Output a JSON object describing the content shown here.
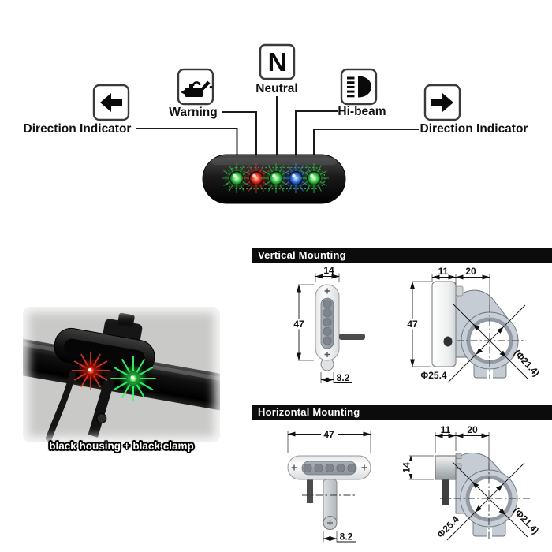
{
  "top_diagram": {
    "labels": {
      "direction_left": "Direction Indicator",
      "warning": "Warning",
      "neutral": "Neutral",
      "neutral_letter": "N",
      "hibeam": "Hi-beam",
      "direction_right": "Direction Indicator"
    },
    "leds": [
      {
        "function": "direction-left",
        "color": "#2fbf3f"
      },
      {
        "function": "warning",
        "color": "#e03030"
      },
      {
        "function": "neutral",
        "color": "#2fbf3f"
      },
      {
        "function": "hibeam",
        "color": "#3f7fe8"
      },
      {
        "function": "direction-right",
        "color": "#2fbf3f"
      }
    ]
  },
  "photo": {
    "caption": "black housing + black clamp",
    "lit_led_colors": {
      "red": "#ff3b22",
      "green": "#37ff6e"
    }
  },
  "sections": {
    "vertical": {
      "title": "Vertical Mounting"
    },
    "horizontal": {
      "title": "Horizontal Mounting"
    }
  },
  "dimensions": {
    "vertical_front": {
      "width": "14",
      "height": "47",
      "tab_width": "8.2"
    },
    "vertical_side": {
      "body_depth": "11",
      "clamp_depth": "20",
      "height": "47",
      "clamp_diameter": "Φ25.4",
      "bar_diameter": "(Φ21.4)"
    },
    "horizontal_front": {
      "width": "47",
      "tab_width": "8.2"
    },
    "horizontal_side": {
      "body_depth": "11",
      "clamp_depth": "20",
      "height": "14",
      "clamp_diameter": "Φ25.4",
      "bar_diameter": "(Φ21.4)"
    }
  },
  "colors": {
    "header_bg": "#0c0c0c",
    "clamp_fill": "#c6ccd3",
    "dotted_outline": "#37b54a",
    "led_green": "#2fbf3f",
    "led_red": "#e03030",
    "led_blue": "#3f7fe8"
  }
}
